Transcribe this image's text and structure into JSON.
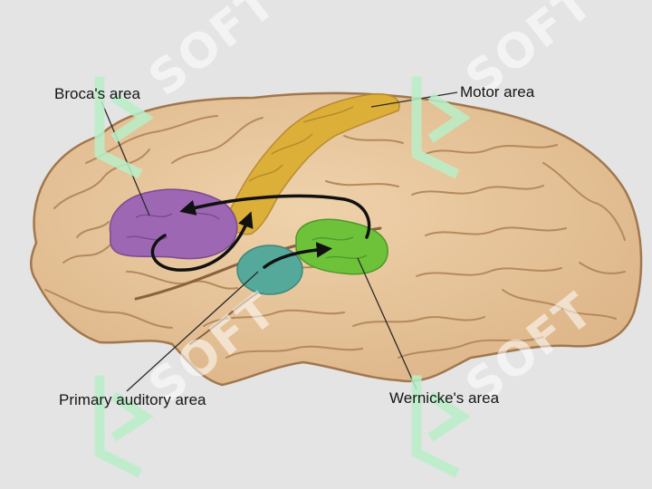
{
  "labels": {
    "broca": "Broca's area",
    "motor": "Motor area",
    "auditory": "Primary auditory area",
    "wernicke": "Wernicke's area"
  },
  "watermark": {
    "text": "SOFT",
    "mark_color": "#b9eec8"
  },
  "colors": {
    "background": "#e4e4e4",
    "brain": "#e7c49a",
    "brain_outline": "#a1774d",
    "gyri_lines": "#b58a5c",
    "broca": "#9e67b4",
    "motor": "#dcae34",
    "auditory": "#55a99a",
    "wernicke": "#6ec23a",
    "arrows": "#111111"
  }
}
